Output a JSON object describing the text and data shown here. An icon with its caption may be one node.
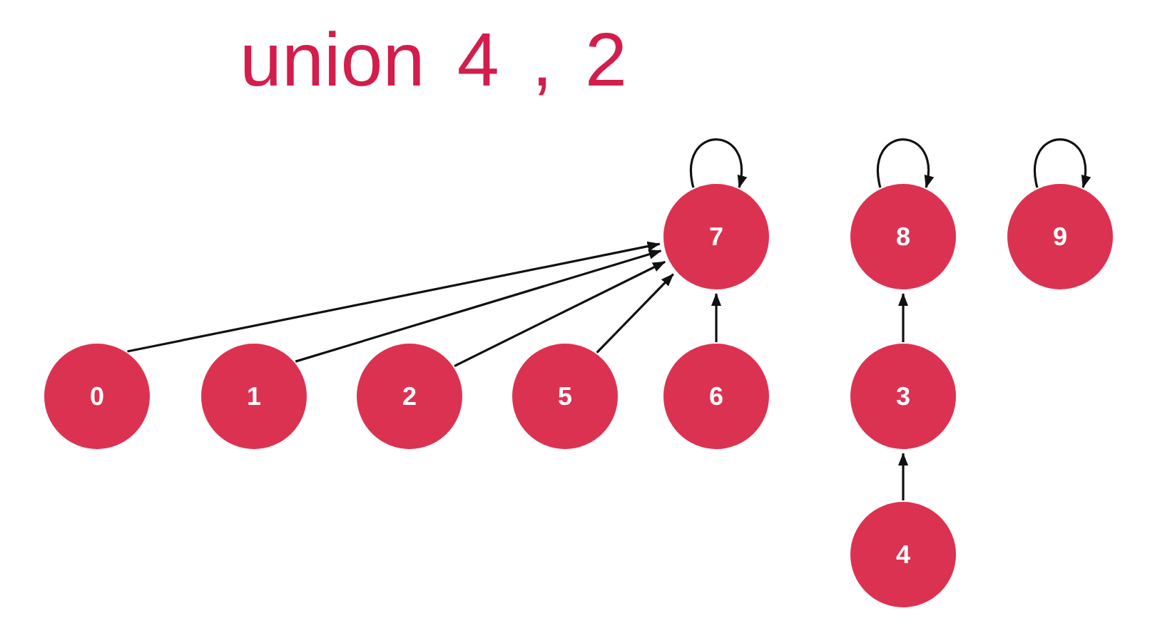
{
  "diagram": {
    "title": "union 4 , 2",
    "nodes": [
      {
        "text": [
          "7"
        ]
      },
      {
        "text": [
          "8"
        ]
      },
      {
        "text": [
          "9"
        ]
      },
      {
        "text": [
          "0"
        ]
      },
      {
        "text": [
          "1"
        ]
      },
      {
        "text": [
          "2"
        ]
      },
      {
        "text": [
          "5"
        ]
      },
      {
        "text": [
          "6"
        ]
      },
      {
        "text": [
          "3"
        ]
      },
      {
        "text": [
          "4"
        ]
      }
    ],
    "edges": [
      {
        "from": 0,
        "to": 0,
        "arrow": "to"
      },
      {
        "from": 1,
        "to": 1,
        "arrow": "to"
      },
      {
        "from": 2,
        "to": 2,
        "arrow": "to"
      },
      {
        "from": 3,
        "to": 0,
        "arrow": "to"
      },
      {
        "from": 4,
        "to": 0,
        "arrow": "to"
      },
      {
        "from": 5,
        "to": 0,
        "arrow": "to"
      },
      {
        "from": 6,
        "to": 0,
        "arrow": "to"
      },
      {
        "from": 7,
        "to": 0,
        "arrow": "to"
      },
      {
        "from": 8,
        "to": 1,
        "arrow": "to"
      },
      {
        "from": 9,
        "to": 8,
        "arrow": "to"
      }
    ]
  }
}
